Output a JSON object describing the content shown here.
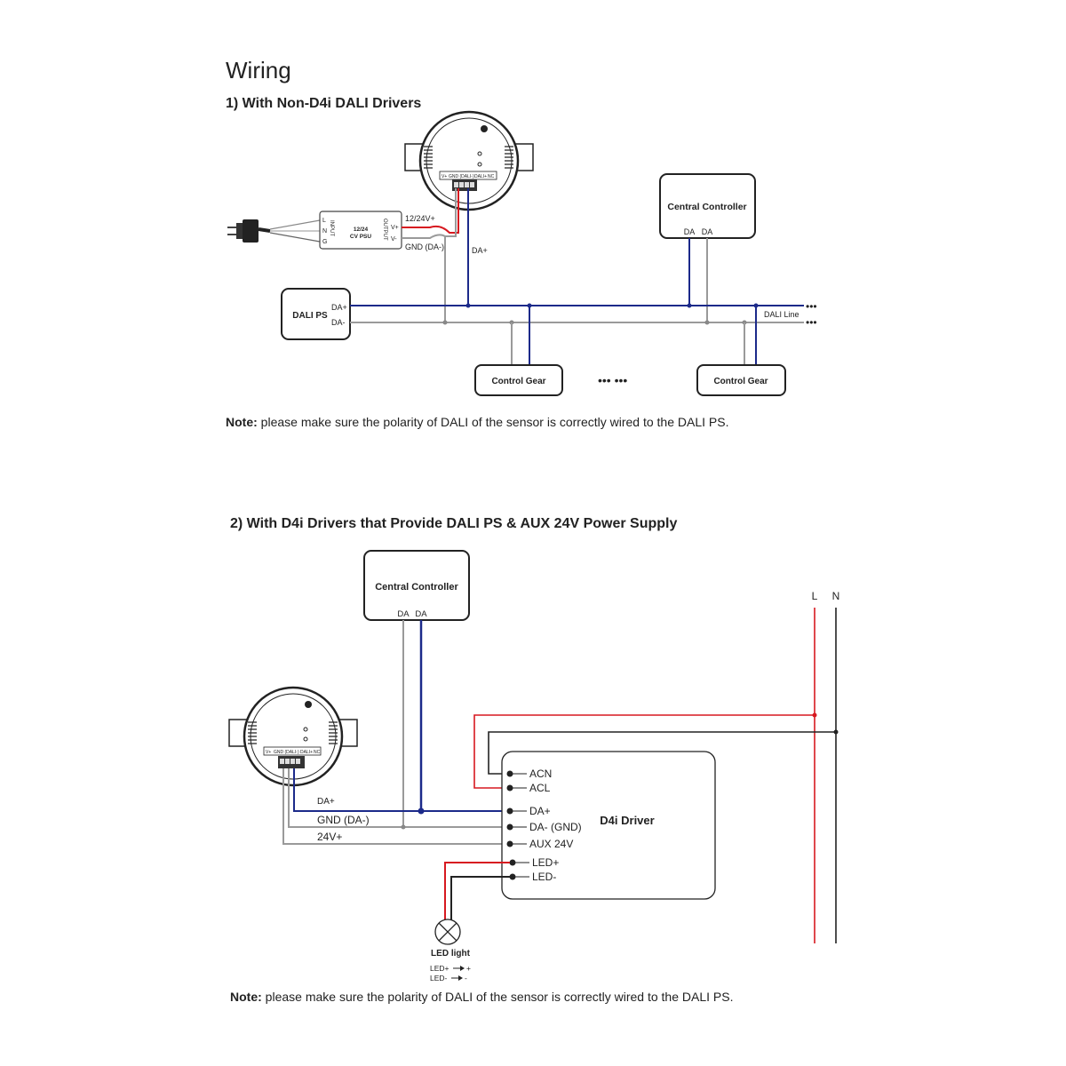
{
  "header": {
    "title": "Wiring",
    "section1_title": "1) With Non-D4i DALI Drivers",
    "section2_title": "2) With D4i Drivers that Provide DALI PS & AUX 24V Power Supply"
  },
  "sensor": {
    "terminal_v_plus": "V+",
    "terminal_gnd_dali_minus": "GND (DALI-)",
    "terminal_dali_plus": "DALI+",
    "terminal_nc": "NC"
  },
  "diagram1": {
    "psu": {
      "label_line1": "12/24",
      "label_line2": "CV PSU",
      "input_label": "INPUT",
      "output_label": "OUTPUT",
      "pin_l": "L",
      "pin_n": "N",
      "pin_g": "G",
      "pin_v_plus": "V+",
      "pin_v_minus": "V-"
    },
    "wire_12_24v": "12/24V+",
    "wire_gnd": "GND (DA-)",
    "wire_da_plus": "DA+",
    "central_controller": {
      "title": "Central Controller",
      "da1": "DA",
      "da2": "DA"
    },
    "dali_ps": {
      "title": "DALI PS",
      "da_plus": "DA+",
      "da_minus": "DA-"
    },
    "dali_line_label": "DALI Line",
    "control_gear_1": "Control Gear",
    "control_gear_2": "Control Gear",
    "ellipsis": "••• •••",
    "line_ellipsis": "•••"
  },
  "diagram2": {
    "central_controller": {
      "title": "Central Controller",
      "da1": "DA",
      "da2": "DA"
    },
    "mains_l": "L",
    "mains_n": "N",
    "driver": {
      "title": "D4i Driver",
      "acn": "ACN",
      "acl": "ACL",
      "da_plus": "DA+",
      "da_minus_gnd": "DA- (GND)",
      "aux_24v": "AUX 24V",
      "led_plus": "LED+",
      "led_minus": "LED-"
    },
    "wire_da_plus": "DA+",
    "wire_gnd": "GND (DA-)",
    "wire_24v": "24V+",
    "led_light": {
      "label": "LED light",
      "legend_plus": "LED+",
      "legend_minus": "LED-",
      "legend_plus_sym": "+",
      "legend_minus_sym": "-"
    }
  },
  "notes": {
    "prefix": "Note:",
    "text": " please make sure the polarity of DALI of the sensor is correctly wired to the DALI PS."
  },
  "colors": {
    "dali_plus_blue": "#1c2a8a",
    "wire_gray": "#9a9a9a",
    "live_red": "#d71920",
    "neutral_black": "#222222"
  }
}
